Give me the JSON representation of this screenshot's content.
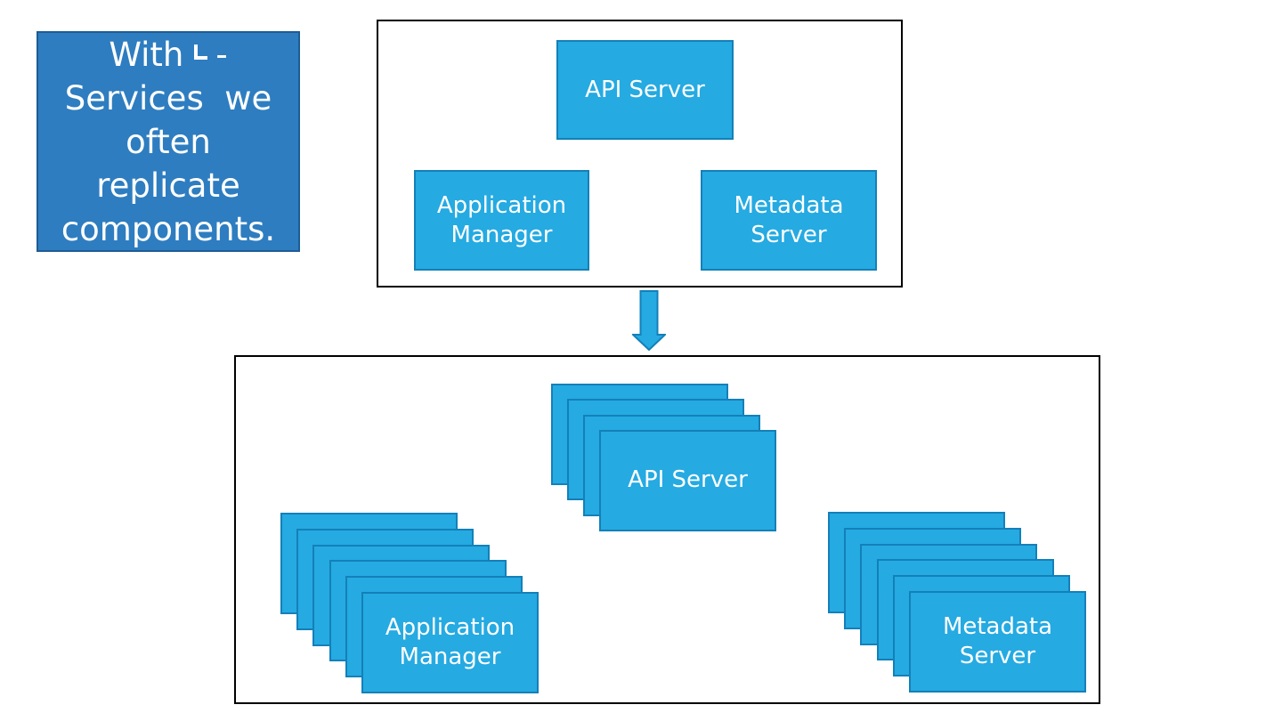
{
  "note": {
    "line1_prefix": "With",
    "line1_glyph": "missing-micro-glyph",
    "line1_suffix": "-",
    "line2": "Services  we",
    "line3": "often",
    "line4": "replicate",
    "line5": "components."
  },
  "top_diagram": {
    "api_server_label": "API Server",
    "application_manager_label": "Application Manager",
    "metadata_server_label": "Metadata Server"
  },
  "bottom_diagram": {
    "stacks": [
      {
        "id": "api-server",
        "label": "API Server",
        "count": 4
      },
      {
        "id": "application-manager",
        "label": "Application Manager",
        "count": 6
      },
      {
        "id": "metadata-server",
        "label": "Metadata Server",
        "count": 6
      }
    ]
  },
  "colors": {
    "card_fill": "#25aae2",
    "card_border": "#1480b8",
    "note_fill": "#2e7dc0",
    "note_border": "#1d5c95",
    "diagram_border": "#000000",
    "text": "#ffffff"
  }
}
